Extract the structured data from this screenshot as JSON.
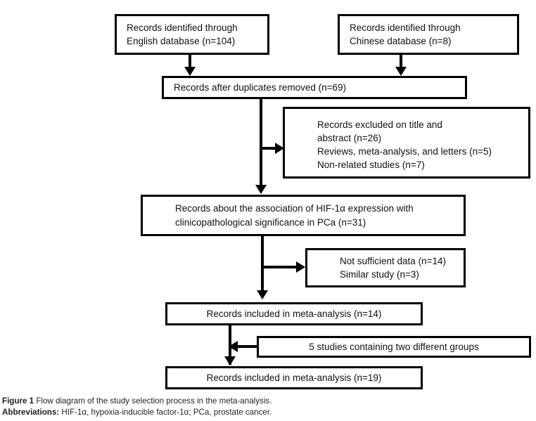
{
  "figure": {
    "type": "flow-diagram",
    "title": "Flow diagram of the study selection process in the meta-analysis",
    "caption_label": "Figure 1",
    "caption_text": " Flow diagram of the study selection process in the meta-analysis.",
    "abbrev_label": "Abbreviations:",
    "abbrev_text": " HIF-1α, hypoxia-inducible factor-1α; PCa, prostate cancer.",
    "stroke_color": "#000000",
    "background_color": "#ffffff",
    "text_color": "#111111"
  },
  "nodes": {
    "english_db": {
      "name": "records-identified-english",
      "lines": [
        "Records identified through",
        "English database (n=104)"
      ],
      "count": 104
    },
    "chinese_db": {
      "name": "records-identified-chinese",
      "lines": [
        "Records identified through",
        "Chinese database (n=8)"
      ],
      "count": 8
    },
    "duplicates_removed": {
      "name": "records-after-duplicates-removed",
      "lines": [
        "Records after duplicates removed (n=69)"
      ],
      "count": 69
    },
    "excluded": {
      "name": "records-excluded",
      "lines": [
        "Records excluded on title and",
        "abstract (n=26)",
        "Reviews, meta-analysis, and letters (n=5)",
        "Non-related studies (n=7)"
      ],
      "counts": [
        26,
        5,
        7
      ]
    },
    "association": {
      "name": "records-about-association",
      "lines": [
        "Records about the association of HIF-1α expression with",
        "clinicopathological significance in PCa (n=31)"
      ],
      "count": 31
    },
    "insufficient": {
      "name": "records-insufficient-data",
      "lines": [
        "Not sufficient data (n=14)",
        "Similar study (n=3)"
      ],
      "counts": [
        14,
        3
      ]
    },
    "included_14": {
      "name": "records-included-14",
      "lines": [
        "Records included in meta-analysis (n=14)"
      ],
      "count": 14
    },
    "split_studies": {
      "name": "studies-containing-two-groups",
      "lines": [
        "5 studies containing two different groups"
      ],
      "count": 5
    },
    "included_19": {
      "name": "records-included-19",
      "lines": [
        "Records included in meta-analysis (n=19)"
      ],
      "count": 19
    }
  },
  "connectors": [
    {
      "name": "english-to-duplicates",
      "from": "english_db",
      "to": "duplicates_removed",
      "direction": "down"
    },
    {
      "name": "chinese-to-duplicates",
      "from": "chinese_db",
      "to": "duplicates_removed",
      "direction": "down"
    },
    {
      "name": "duplicates-to-excluded",
      "from": "duplicates_removed",
      "to": "excluded",
      "direction": "right"
    },
    {
      "name": "duplicates-to-association",
      "from": "duplicates_removed",
      "to": "association",
      "direction": "down"
    },
    {
      "name": "association-to-insufficient",
      "from": "association",
      "to": "insufficient",
      "direction": "right"
    },
    {
      "name": "association-to-included14",
      "from": "association",
      "to": "included_14",
      "direction": "down"
    },
    {
      "name": "split-to-main-stem",
      "from": "split_studies",
      "to": "included_19",
      "direction": "left"
    },
    {
      "name": "included14-to-included19",
      "from": "included_14",
      "to": "included_19",
      "direction": "down"
    }
  ]
}
